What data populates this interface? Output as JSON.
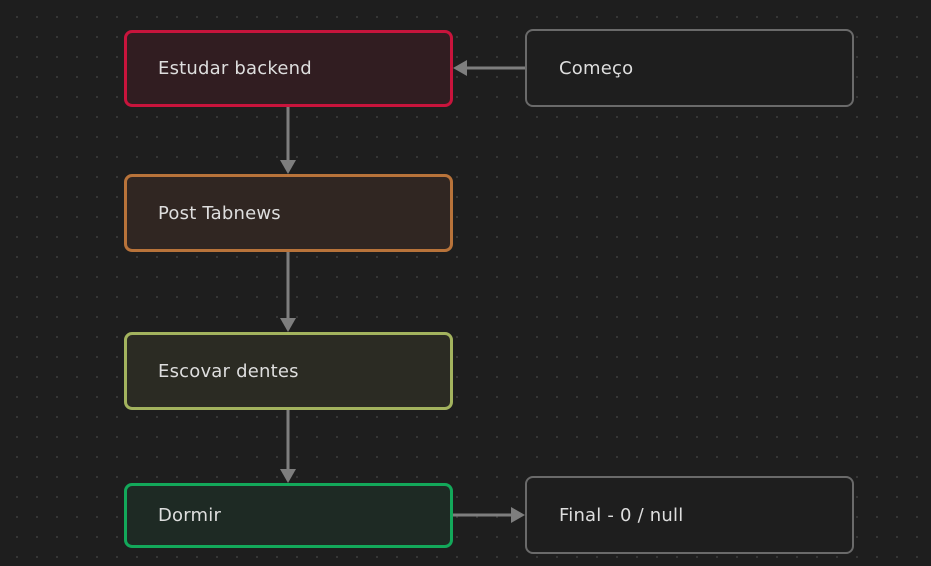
{
  "nodes": [
    {
      "id": "estudar",
      "label": "Estudar backend",
      "border": "#c8143c",
      "fill": "#311d21"
    },
    {
      "id": "post",
      "label": "Post Tabnews",
      "border": "#b8733a",
      "fill": "#302622"
    },
    {
      "id": "escovar",
      "label": "Escovar dentes",
      "border": "#a3b35e",
      "fill": "#2b2b23"
    },
    {
      "id": "dormir",
      "label": "Dormir",
      "border": "#13a85a",
      "fill": "#1e2a24"
    },
    {
      "id": "comeco",
      "label": "Começo",
      "border": "#6a6a6a",
      "fill": "#1e1e1e"
    },
    {
      "id": "final",
      "label": "Final - 0 / null",
      "border": "#6a6a6a",
      "fill": "#1e1e1e"
    }
  ],
  "edges": [
    {
      "from": "comeco",
      "to": "estudar"
    },
    {
      "from": "estudar",
      "to": "post"
    },
    {
      "from": "post",
      "to": "escovar"
    },
    {
      "from": "escovar",
      "to": "dormir"
    },
    {
      "from": "dormir",
      "to": "final"
    }
  ],
  "colors": {
    "background": "#1e1e1e",
    "edge": "#7e7e7e",
    "text": "#dedede"
  }
}
